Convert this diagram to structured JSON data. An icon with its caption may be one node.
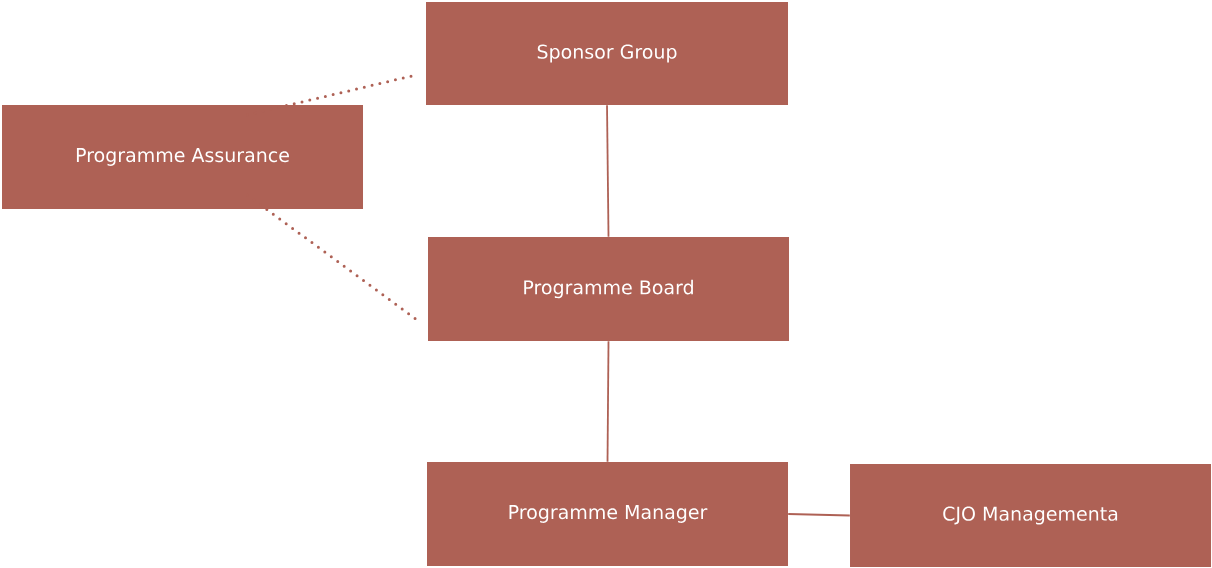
{
  "diagram": {
    "nodes": [
      {
        "text": [
          "Sponsor Group"
        ]
      },
      {
        "text": [
          "Programme Assurance"
        ]
      },
      {
        "text": [
          "Programme Board"
        ]
      },
      {
        "text": [
          "Programme Manager"
        ]
      },
      {
        "text": [
          "CJO Managementa"
        ]
      }
    ],
    "edges": [
      {
        "from": 0,
        "to": 2,
        "arrow": "none"
      },
      {
        "from": 2,
        "to": 3,
        "arrow": "none"
      },
      {
        "from": 3,
        "to": 4,
        "arrow": "none"
      },
      {
        "from": 1,
        "to": 0,
        "arrow": "none",
        "style": "dashed"
      },
      {
        "from": 1,
        "to": 2,
        "arrow": "none",
        "style": "dashed"
      }
    ]
  }
}
